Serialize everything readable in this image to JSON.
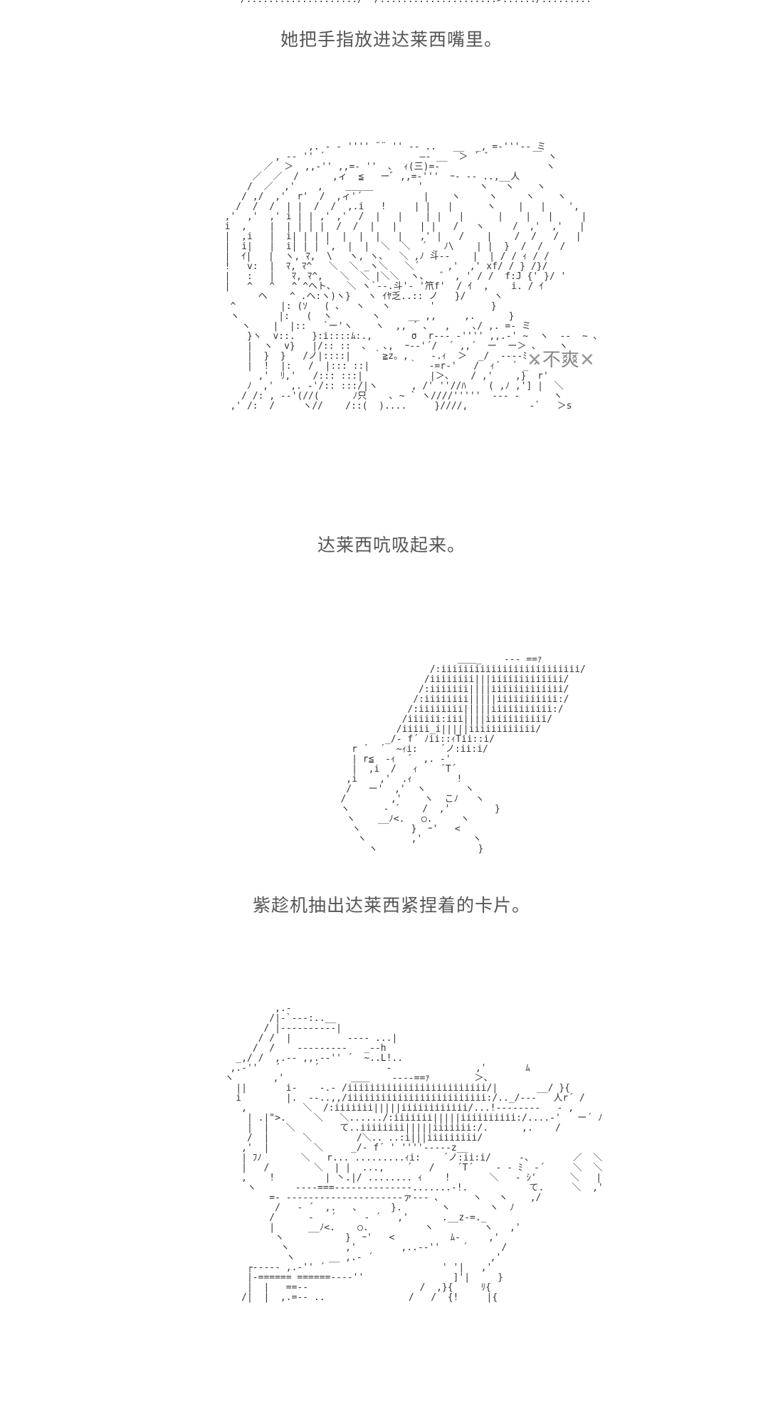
{
  "captions": {
    "c1": "她把手指放进达莱西嘴里。",
    "c2": "达莱西吭吸起来。",
    "c3": "紫趁机抽出达莱西紧捏着的卡片。"
  },
  "sfx": {
    "left_mark": "✕",
    "text": "不爽",
    "right_mark": "✕"
  }
}
